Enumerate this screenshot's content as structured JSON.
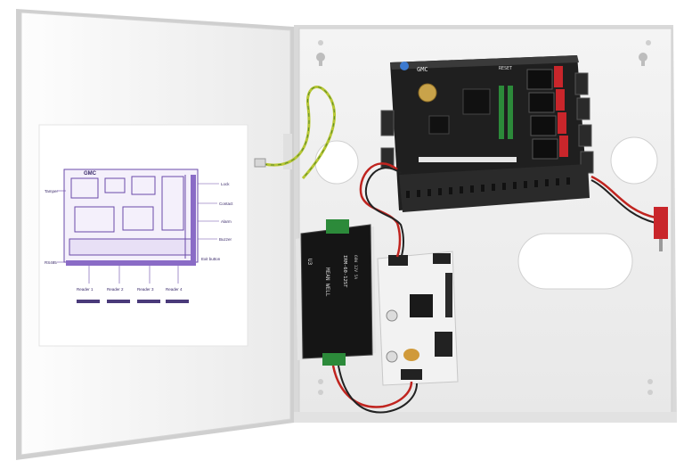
{
  "door_diagram": {
    "brand": "GMC",
    "left_labels": [
      "Tamper",
      "RS485"
    ],
    "right_labels": [
      "Lock",
      "Contact",
      "Alarm",
      "Buzzer",
      "Exit button"
    ],
    "bottom_labels": [
      "Reader 1",
      "Reader 2",
      "Reader 3",
      "Reader 4"
    ]
  },
  "controller_board": {
    "brand": "GMC",
    "silk_text": "RESET"
  },
  "power_supply": {
    "brand": "MEAN WELL",
    "model": "IRM-60-12ST",
    "spec_text": "60W 12V 5A",
    "side_label": "U3"
  },
  "colors": {
    "cabinet": "#f1f1f1",
    "door": "#f6f6f6",
    "pcb": "#222222",
    "terminal_red": "#c9262b",
    "terminal_green": "#2c8a3a",
    "wire_red": "#c0241f",
    "wire_yellow_green": "#b6c634",
    "diagram_ink": "#6a4aa8"
  }
}
